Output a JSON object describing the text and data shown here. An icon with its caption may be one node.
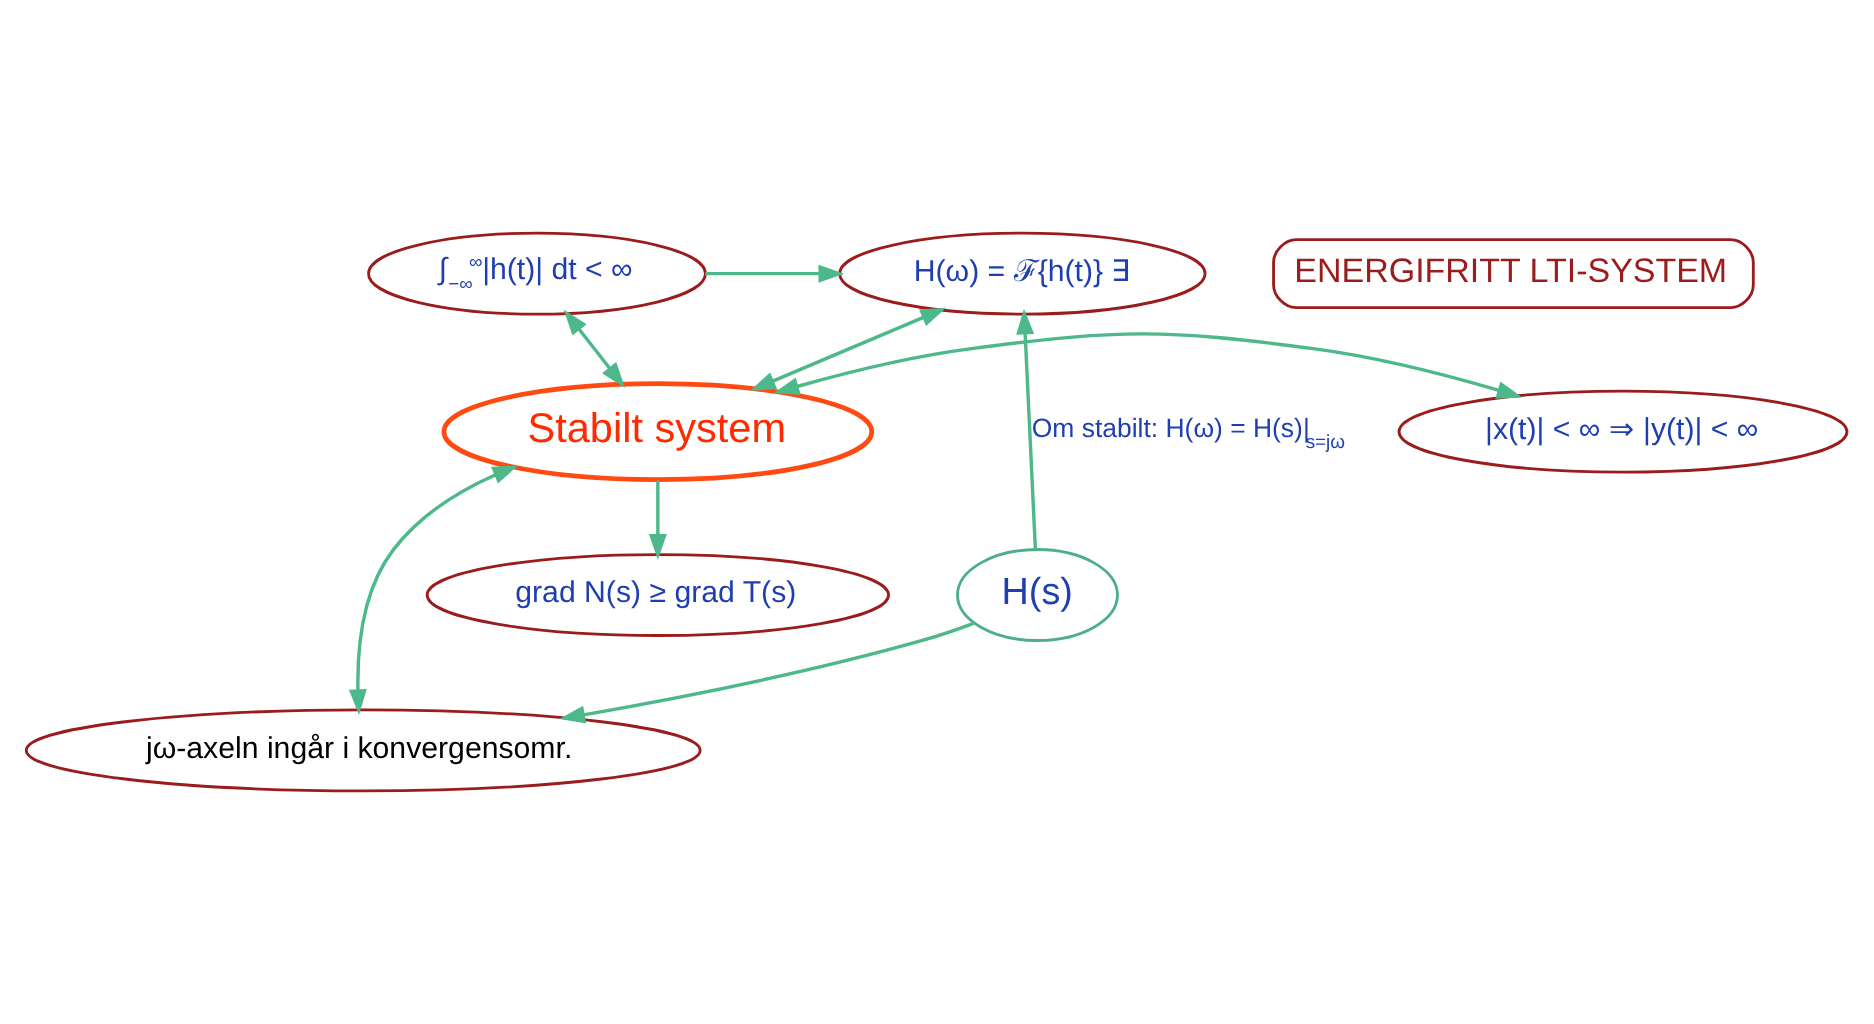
{
  "diagram": {
    "nodes": [
      {
        "text": [
          "H(ω) = ℱ{h(t)} ∃"
        ]
      },
      {
        "text": [
          "∫$_{−∞}$$^{∞}$|h(t)| dt < ∞"
        ]
      },
      {
        "text": [
          "Stabilt system"
        ]
      },
      {
        "text": [
          "|x(t)| < ∞ ⇒ |y(t)| < ∞"
        ]
      },
      {
        "text": [
          "H(s)"
        ]
      },
      {
        "text": [
          "grad N(s) ≥ grad T(s)"
        ]
      },
      {
        "text": [
          "jω-axeln ingår i konvergensomr."
        ]
      }
    ],
    "edges": [
      {
        "from": 1,
        "to": 0,
        "arrow": "to"
      },
      {
        "from": 0,
        "to": 2,
        "arrow": "both"
      },
      {
        "from": 1,
        "to": 2,
        "arrow": "both"
      },
      {
        "from": 2,
        "to": 3,
        "arrow": "both"
      },
      {
        "from": 4,
        "to": 0,
        "arrow": "to",
        "label": "Om stabilt: H(ω) = H(s)|$_{s=jω}$"
      },
      {
        "from": 2,
        "to": 5,
        "arrow": "to"
      },
      {
        "from": 2,
        "to": 6,
        "arrow": "both"
      },
      {
        "from": 4,
        "to": 6,
        "arrow": "to"
      }
    ],
    "labels": [
      "ENERGIFRITT LTI-SYSTEM"
    ]
  }
}
